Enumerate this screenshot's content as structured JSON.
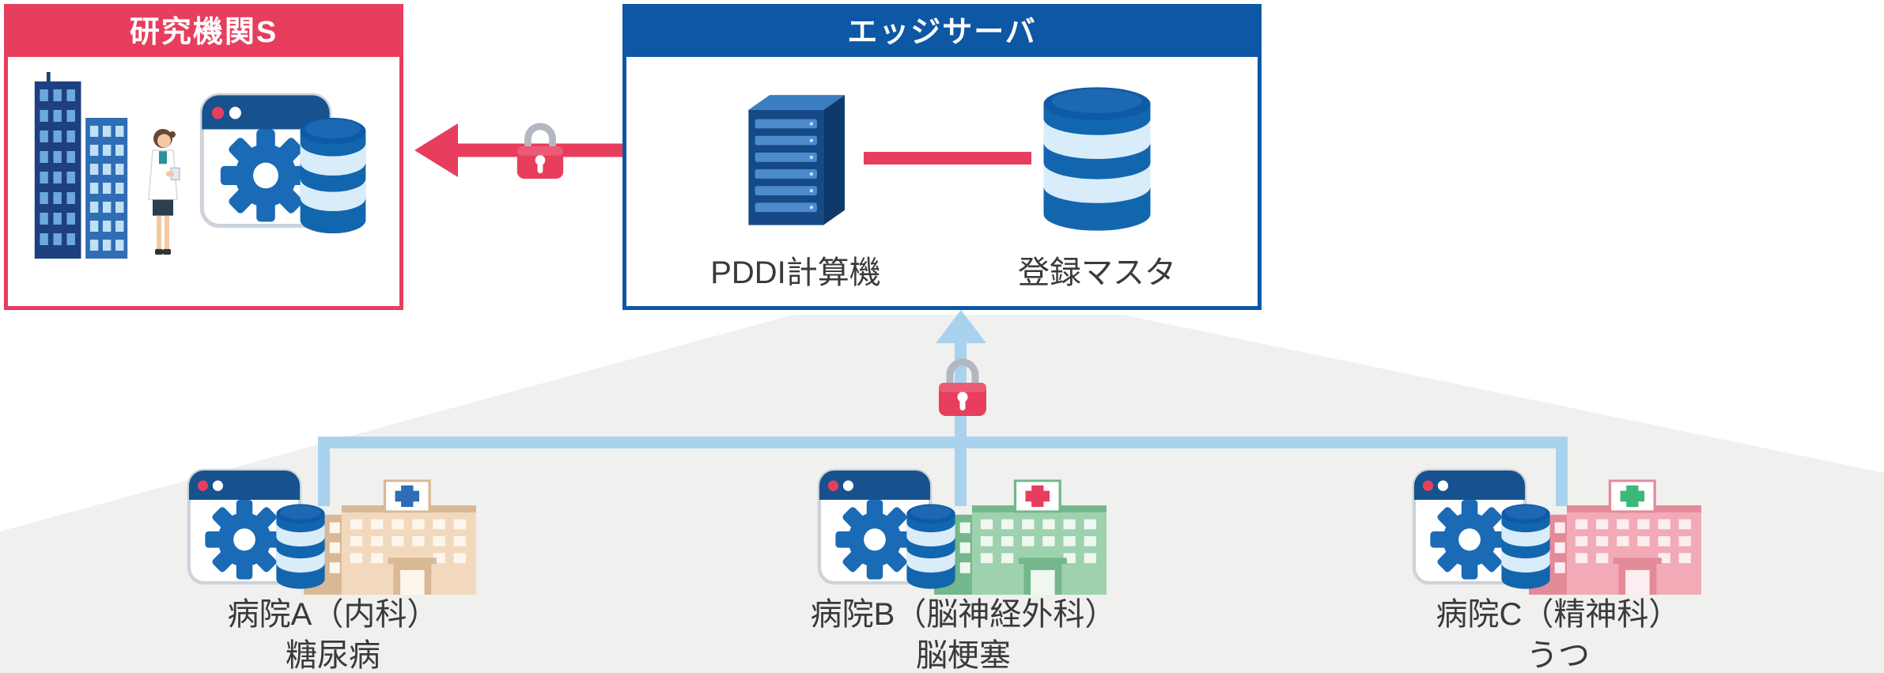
{
  "research": {
    "title": "研究機関S"
  },
  "edge": {
    "title": "エッジサーバ",
    "computer_label": "PDDI計算機",
    "master_label": "登録マスタ"
  },
  "hospitals": [
    {
      "name": "病院A（内科）",
      "condition": "糖尿病"
    },
    {
      "name": "病院B（脳神経外科）",
      "condition": "脳梗塞"
    },
    {
      "name": "病院C（精神科）",
      "condition": "うつ"
    }
  ],
  "icons": {
    "lock-icon": "red padlock with gray shackle (encrypted transfer)",
    "server-rack-icon": "3D blue server tower with slots",
    "database-icon": "blue cylinder with light stripes",
    "gear-app-icon": "white window with blue title bar and blue gear",
    "hospital-building-icon": "building with medical cross sign",
    "office-buildings-icon": "two blue skyscrapers",
    "researcher-icon": "person in white coat holding tablet",
    "arrow-left-icon": "thick red arrow pointing left",
    "arrow-up-icon": "light blue arrow pointing up"
  },
  "colors": {
    "accent_red": "#e73e5e",
    "primary_blue": "#0d57a5",
    "light_blue_connector": "#a9d2ee",
    "background_gray": "#f0f0ee",
    "db_blue": "#1266ae",
    "db_stripe": "#d9ecfa"
  }
}
